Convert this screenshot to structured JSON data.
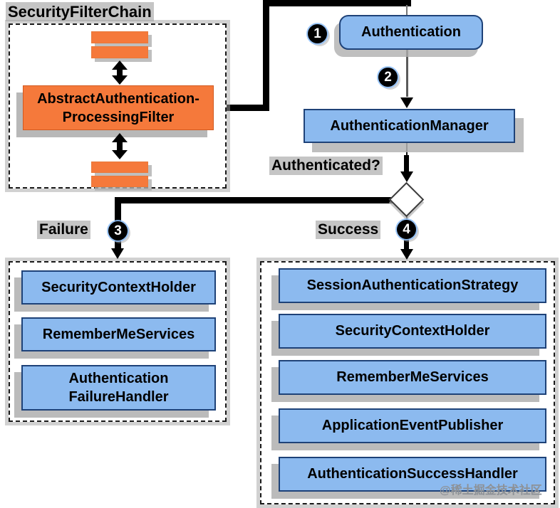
{
  "colors": {
    "node_blue": "#8CBAEF",
    "node_border_navy": "#1E4278",
    "filter_orange": "#F5793B",
    "line_black": "#000000",
    "shadow_gray": "#AFAFAF",
    "label_bg_gray": "#969696",
    "watermark_gray": "#8D9196"
  },
  "filter_chain": {
    "title": "SecurityFilterChain",
    "filter_label": "AbstractAuthentication-\nProcessingFilter"
  },
  "flow": {
    "badge1": "1",
    "authentication_label": "Authentication",
    "badge2": "2",
    "manager_label": "AuthenticationManager",
    "decision_label": "Authenticated?",
    "failure_label": "Failure",
    "badge3": "3",
    "success_label": "Success",
    "badge4": "4"
  },
  "failure_panel": {
    "items": [
      "SecurityContextHolder",
      "RememberMeServices",
      "Authentication\nFailureHandler"
    ]
  },
  "success_panel": {
    "items": [
      "SessionAuthenticationStrategy",
      "SecurityContextHolder",
      "RememberMeServices",
      "ApplicationEventPublisher",
      "AuthenticationSuccessHandler"
    ]
  },
  "watermark": "@稀土掘金技术社区"
}
